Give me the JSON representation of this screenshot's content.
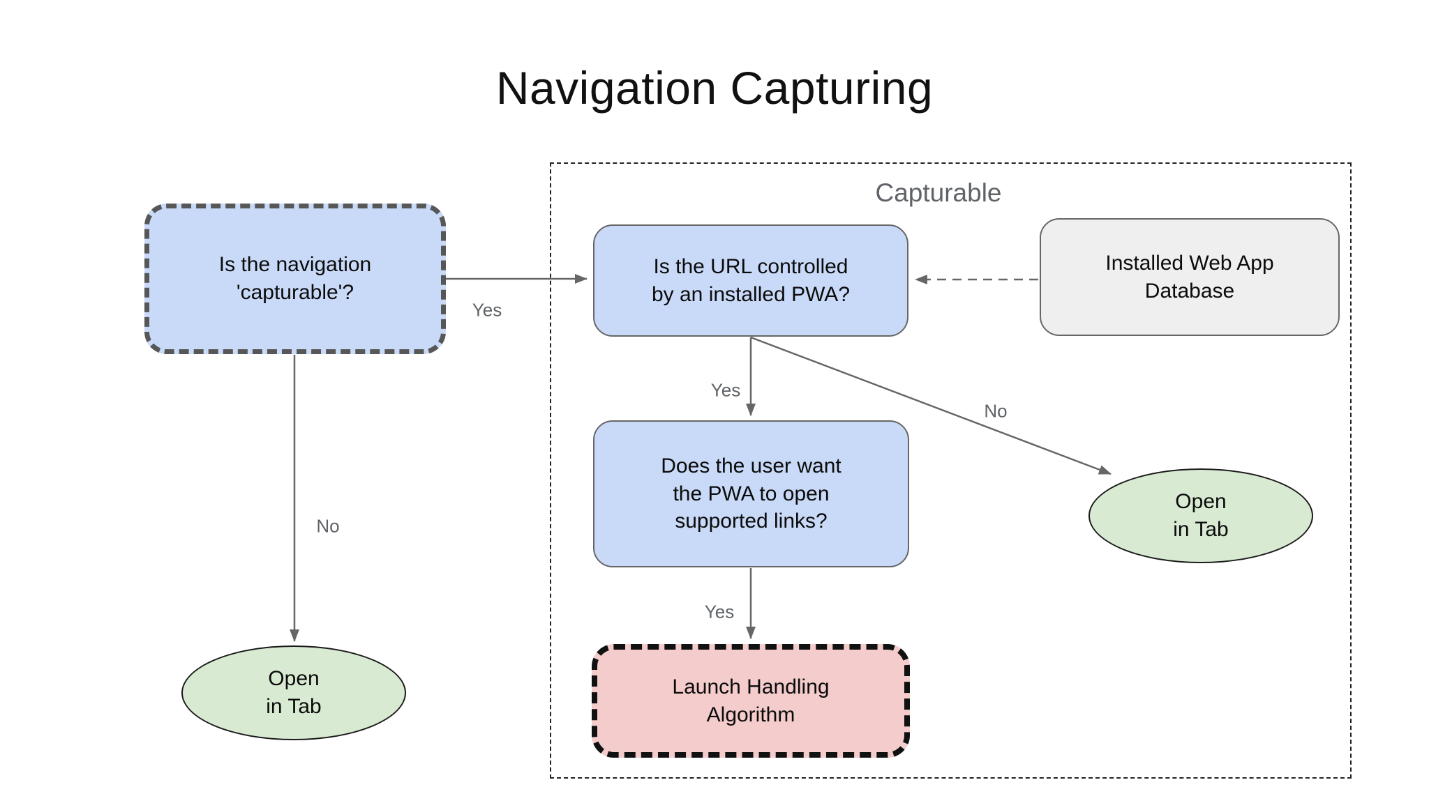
{
  "title": "Navigation Capturing",
  "group": {
    "label": "Capturable"
  },
  "colors": {
    "node_blue": "#c9daf8",
    "node_green": "#d9ead3",
    "node_red": "#f4cccc",
    "node_gray": "#efefef",
    "edge_gray": "#666666",
    "label_gray": "#5f6368"
  },
  "nodes": {
    "q_capturable": {
      "label": "Is the navigation\n'capturable'?"
    },
    "q_url_controlled": {
      "label": "Is the URL controlled\nby an installed PWA?"
    },
    "installed_db": {
      "label": "Installed Web App\nDatabase"
    },
    "q_user_wants": {
      "label": "Does the user want\nthe PWA to open\nsupported links?"
    },
    "launch_handling": {
      "label": "Launch Handling\nAlgorithm"
    },
    "open_tab_left": {
      "label": "Open\nin Tab"
    },
    "open_tab_right": {
      "label": "Open\nin Tab"
    }
  },
  "edges": {
    "capturable_yes": {
      "label": "Yes"
    },
    "capturable_no": {
      "label": "No"
    },
    "url_yes": {
      "label": "Yes"
    },
    "url_no": {
      "label": "No"
    },
    "user_yes": {
      "label": "Yes"
    }
  }
}
